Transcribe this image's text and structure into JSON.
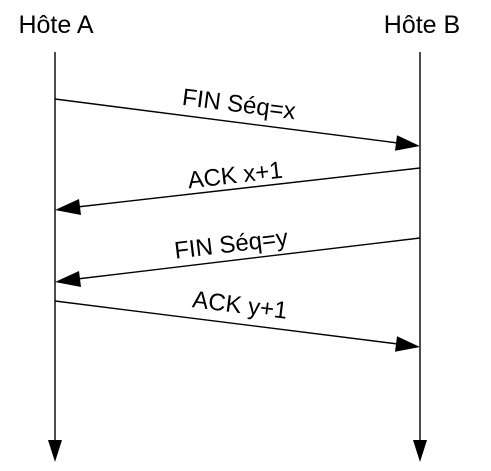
{
  "hosts": {
    "a": {
      "label": "Hôte A"
    },
    "b": {
      "label": "Hôte B"
    }
  },
  "messages": [
    {
      "label": "FIN Séq=x",
      "from": "a",
      "to": "b"
    },
    {
      "label": "ACK x+1",
      "from": "b",
      "to": "a"
    },
    {
      "label": "FIN Séq=y",
      "from": "b",
      "to": "a"
    },
    {
      "label": "ACK y+1",
      "from": "a",
      "to": "b"
    }
  ]
}
